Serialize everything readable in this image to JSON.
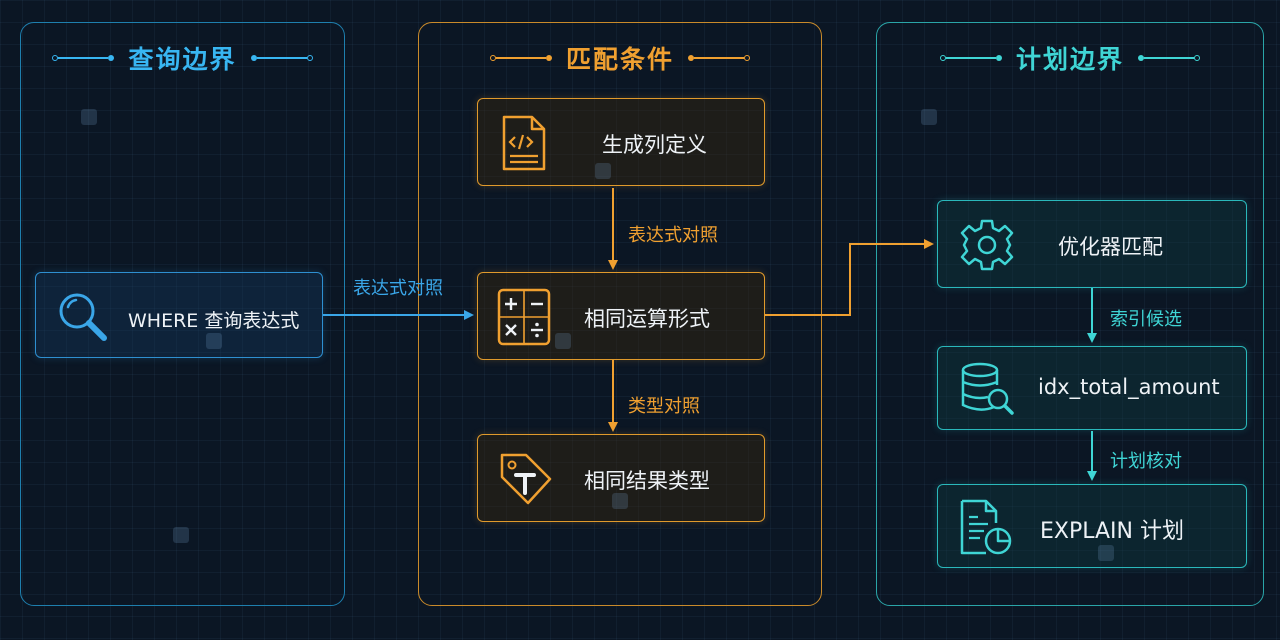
{
  "panels": {
    "query": {
      "title": "查询边界"
    },
    "match": {
      "title": "匹配条件"
    },
    "plan": {
      "title": "计划边界"
    }
  },
  "nodes": {
    "where_expr": {
      "label": "WHERE 查询表达式",
      "icon": "search-icon"
    },
    "generated_col": {
      "label": "生成列定义",
      "icon": "code-file-icon"
    },
    "same_operation": {
      "label": "相同运算形式",
      "icon": "calculator-icon"
    },
    "same_result_type": {
      "label": "相同结果类型",
      "icon": "type-tag-icon"
    },
    "optimizer_match": {
      "label": "优化器匹配",
      "icon": "gear-icon"
    },
    "index": {
      "label": "idx_total_amount",
      "icon": "database-search-icon"
    },
    "explain": {
      "label": "EXPLAIN 计划",
      "icon": "report-chart-icon"
    }
  },
  "edges": {
    "where_to_operation": "表达式对照",
    "generated_to_operation": "表达式对照",
    "operation_to_type": "类型对照",
    "optimizer_to_index": "索引候选",
    "index_to_explain": "计划核对"
  },
  "colors": {
    "query": "#38b6f2",
    "match": "#f0a030",
    "plan": "#3fd5d5",
    "background": "#0b1624"
  }
}
